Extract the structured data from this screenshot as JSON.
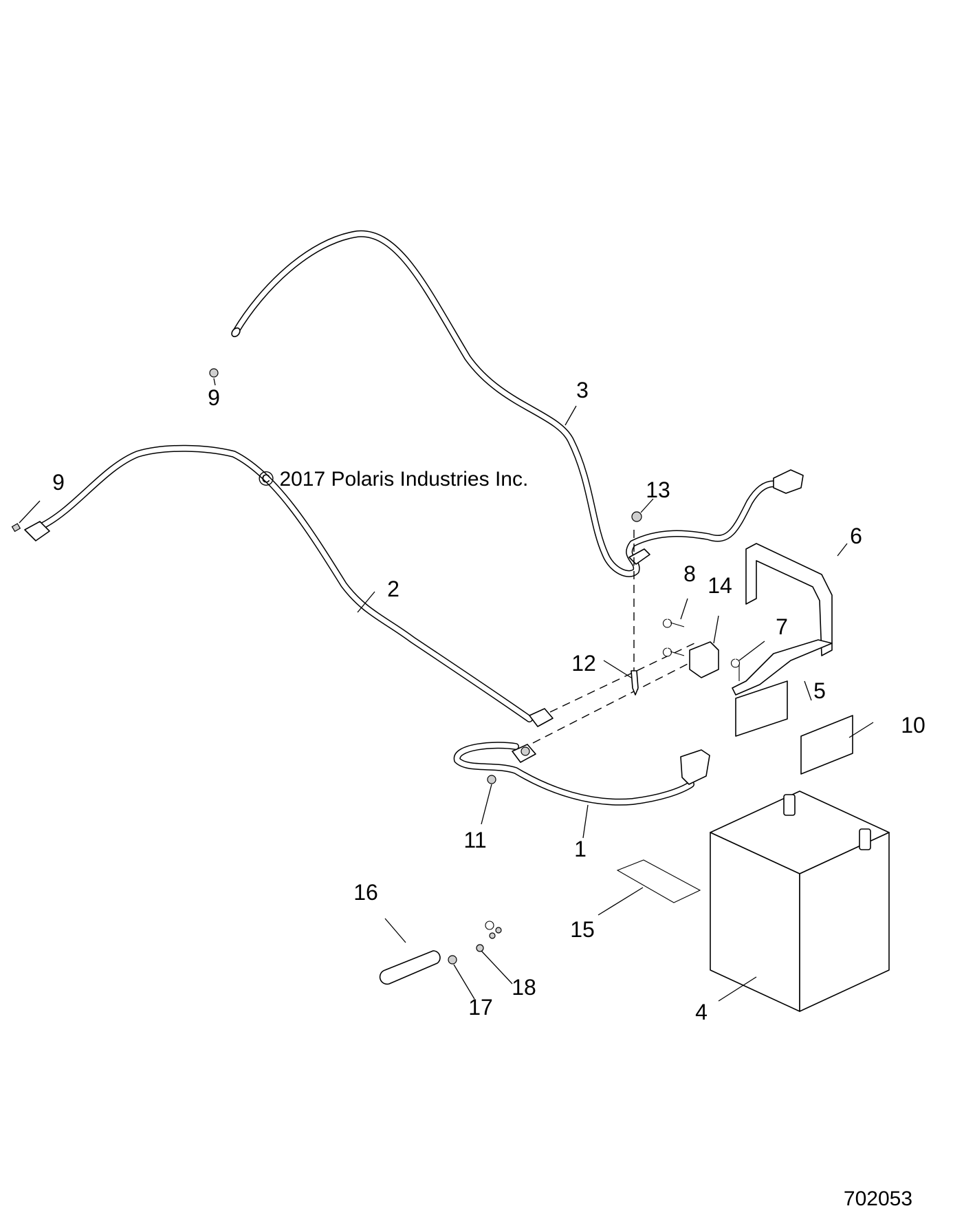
{
  "diagram": {
    "title": "Battery and cables exploded parts view",
    "copyright": "© 2017 Polaris Industries Inc.",
    "drawing_number": "702053",
    "callouts": [
      {
        "id": "1",
        "part": "negative-cable"
      },
      {
        "id": "2",
        "part": "battery-cable-long"
      },
      {
        "id": "3",
        "part": "battery-cable-upper"
      },
      {
        "id": "4",
        "part": "battery"
      },
      {
        "id": "5",
        "part": "battery-hold-down-bracket"
      },
      {
        "id": "6",
        "part": "battery-strap"
      },
      {
        "id": "7",
        "part": "bolt"
      },
      {
        "id": "8",
        "part": "screw"
      },
      {
        "id": "9",
        "part": "nut"
      },
      {
        "id": "9b",
        "label": "9",
        "part": "nut"
      },
      {
        "id": "10",
        "part": "pad"
      },
      {
        "id": "11",
        "part": "nut"
      },
      {
        "id": "12",
        "part": "stud"
      },
      {
        "id": "13",
        "part": "nut"
      },
      {
        "id": "14",
        "part": "relay-solenoid"
      },
      {
        "id": "15",
        "part": "decal"
      },
      {
        "id": "16",
        "part": "fuse-holder"
      },
      {
        "id": "17",
        "part": "screw"
      },
      {
        "id": "18",
        "part": "nut"
      }
    ],
    "labels": {
      "c1": "1",
      "c2": "2",
      "c3": "3",
      "c4": "4",
      "c5": "5",
      "c6": "6",
      "c7": "7",
      "c8": "8",
      "c9a": "9",
      "c9b": "9",
      "c10": "10",
      "c11": "11",
      "c12": "12",
      "c13": "13",
      "c14": "14",
      "c15": "15",
      "c16": "16",
      "c17": "17",
      "c18": "18"
    }
  }
}
